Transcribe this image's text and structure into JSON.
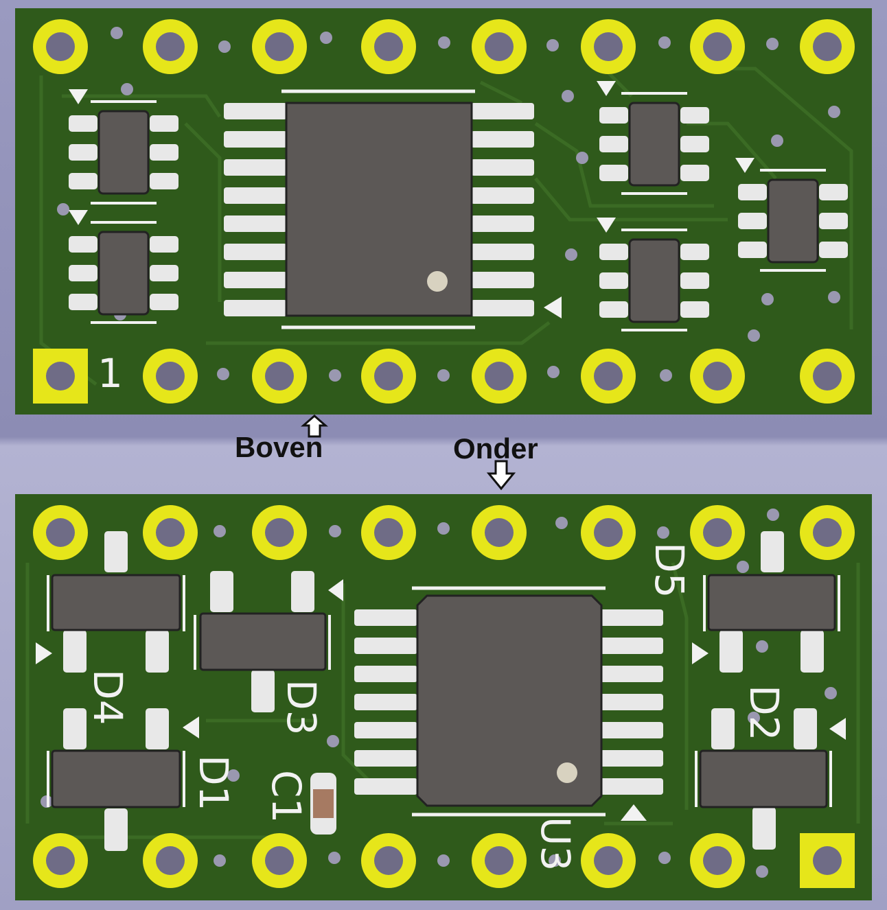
{
  "labels": {
    "top_side": "Boven",
    "bottom_side": "Onder"
  },
  "top_board": {
    "pin1_marker": "1"
  },
  "bottom_board": {
    "designators": {
      "d1": "D1",
      "d2": "D2",
      "d3": "D3",
      "d4": "D4",
      "d5": "D5",
      "c1": "C1",
      "u3": "U3"
    }
  },
  "colors": {
    "pcb": "#2f5a1b",
    "pad": "#e6e61a",
    "silkscreen": "#f2f2f2",
    "component_body": "#5c5856",
    "background": "#9a9ac0"
  }
}
